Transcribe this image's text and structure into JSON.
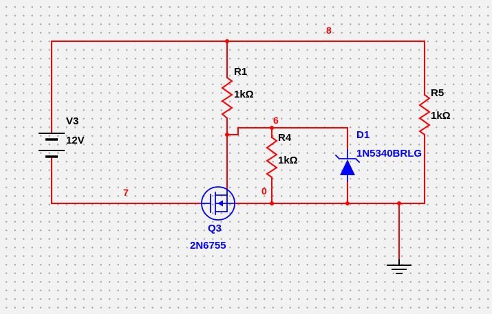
{
  "colors": {
    "bg": "#f2f2f2",
    "grid": "#a3a3a3",
    "wire": "#ff0000",
    "blue": "#0000ff",
    "black": "#000000"
  },
  "nets": {
    "n8": "8",
    "n7": "7",
    "n6": "6",
    "n0": "0"
  },
  "components": {
    "V3": {
      "ref": "V3",
      "value": "12V"
    },
    "R1": {
      "ref": "R1",
      "value": "1kΩ"
    },
    "R4": {
      "ref": "R4",
      "value": "1kΩ"
    },
    "R5": {
      "ref": "R5",
      "value": "1kΩ"
    },
    "D1": {
      "ref": "D1",
      "value": "1N5340BRLG"
    },
    "Q3": {
      "ref": "Q3",
      "value": "2N6755"
    }
  }
}
